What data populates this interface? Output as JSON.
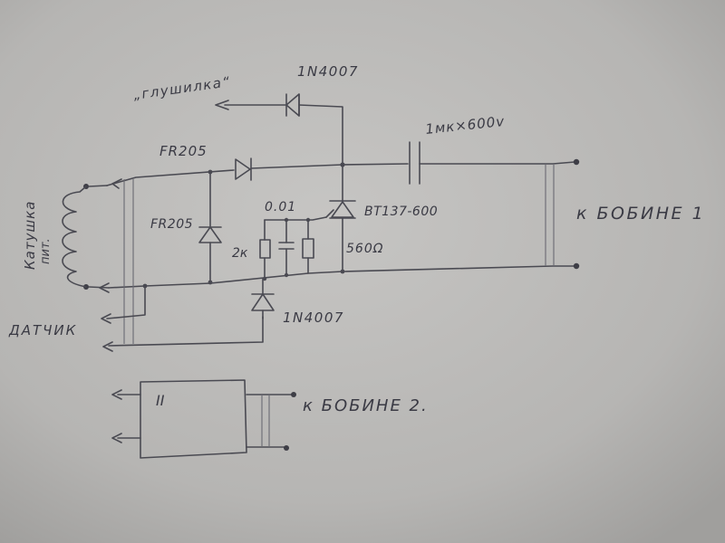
{
  "labels": {
    "diode_top": "1N4007",
    "glushilka": "„глушилка“",
    "fr205_series": "FR205",
    "fr205_shunt": "FR205",
    "capacitor_main": "1мк×600v",
    "cap_small": "0.01",
    "triac": "BT137-600",
    "res_left": "2к",
    "res_right": "560Ω",
    "bobine1": "к БОБИНЕ 1",
    "coil_line1": "Катушка",
    "coil_line2": "пит.",
    "diode_bottom": "1N4007",
    "datchik": "ДАТЧИК",
    "module_ii": "II",
    "bobine2": "к БОБИНЕ 2."
  },
  "colors": {
    "paper": "#b9b8b6",
    "ink": "#4a4a52"
  }
}
